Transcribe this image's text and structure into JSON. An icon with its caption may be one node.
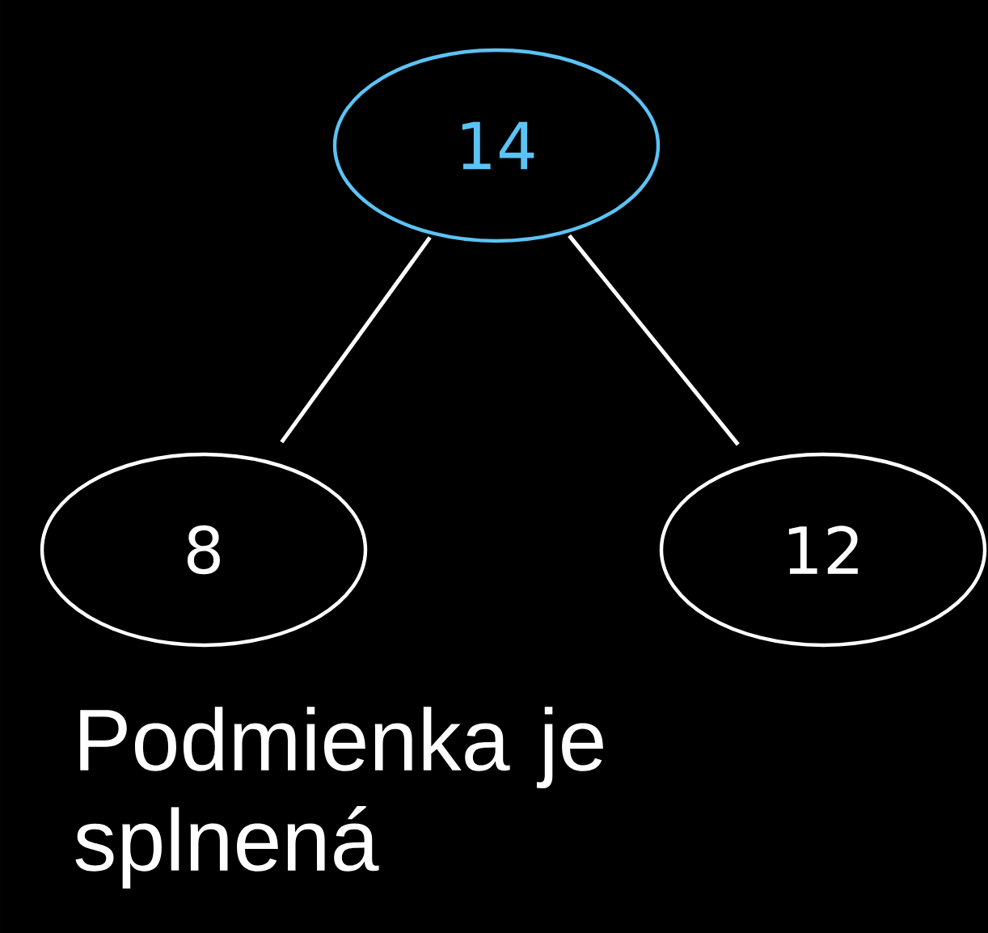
{
  "diagram": {
    "nodes": [
      {
        "text": [
          "14"
        ]
      },
      {
        "text": [
          "8"
        ]
      },
      {
        "text": [
          "12"
        ]
      }
    ],
    "edges": [
      {
        "from": 0,
        "to": 1,
        "arrow": "none"
      },
      {
        "from": 0,
        "to": 2,
        "arrow": "none"
      }
    ],
    "labels": [
      "Podmienka je splnená"
    ]
  }
}
